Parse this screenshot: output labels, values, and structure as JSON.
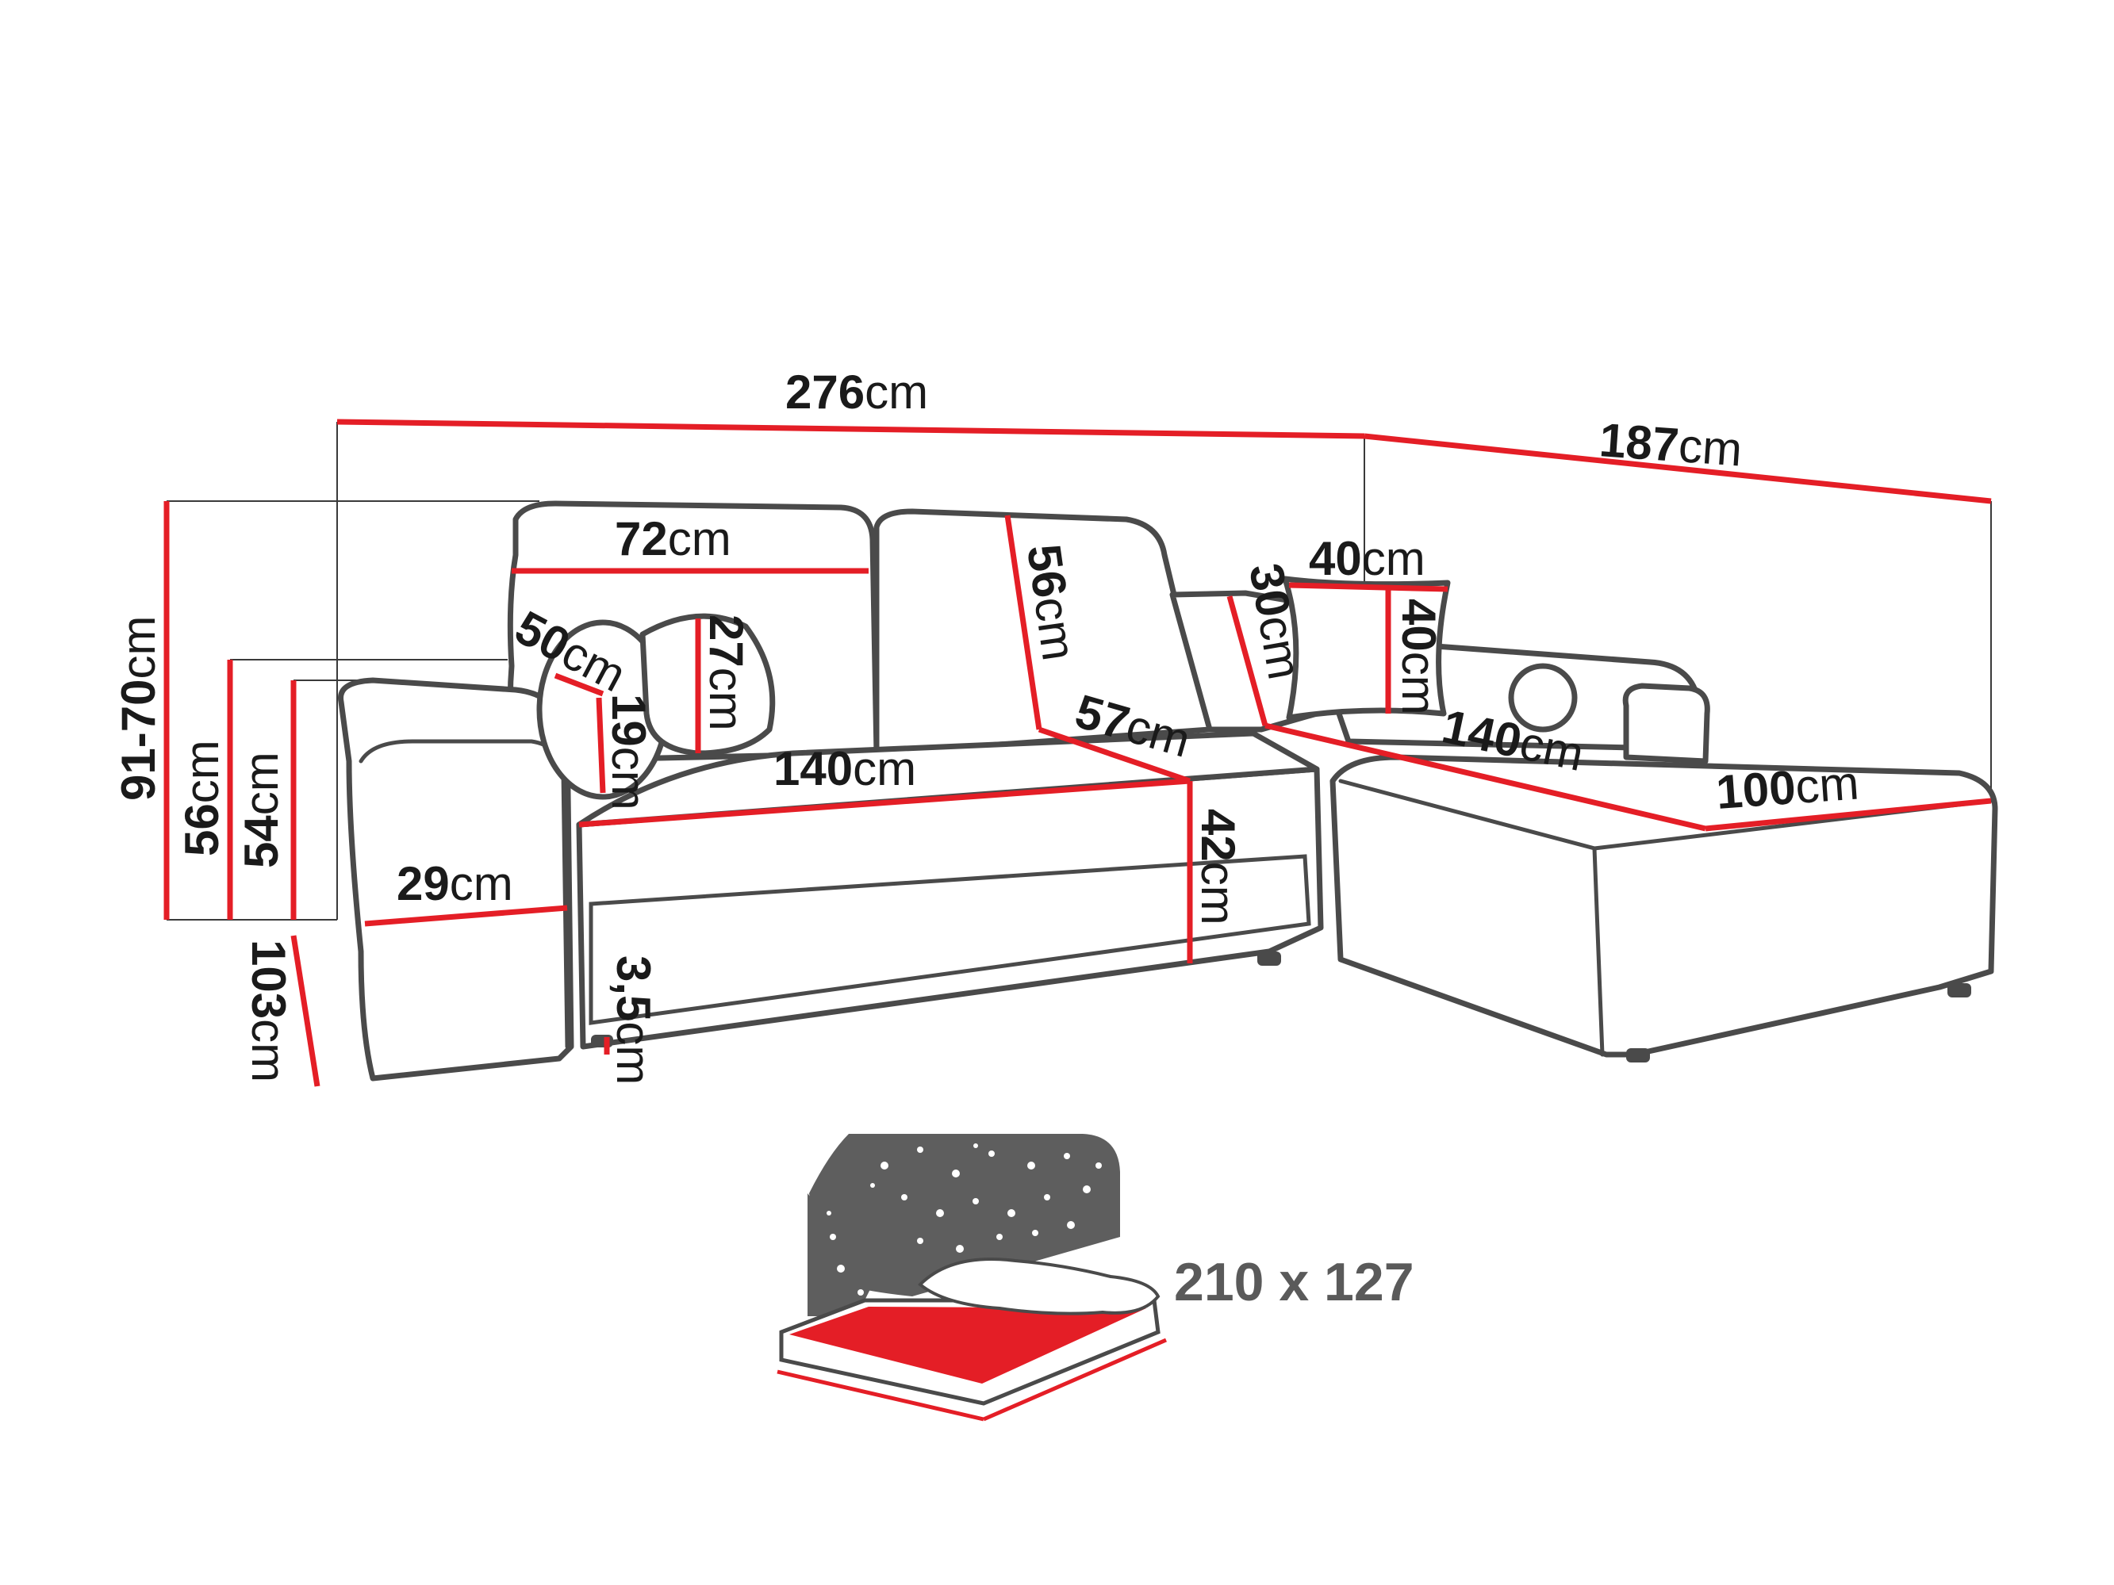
{
  "colors": {
    "measure_line": "#e41e26",
    "outline": "#4a4a4a",
    "text": "#1a1a1a",
    "bed_label": "#5a5a5a",
    "night_panel": "#5e5e5e",
    "mattress": "#e41e26"
  },
  "dimensions": {
    "total_width": {
      "value": "276",
      "unit": "cm"
    },
    "chaise_depth": {
      "value": "187",
      "unit": "cm"
    },
    "height_adjustable": {
      "value": "91-70",
      "unit": "cm"
    },
    "seat_height_back": {
      "value": "56",
      "unit": "cm"
    },
    "armrest_height": {
      "value": "54",
      "unit": "cm"
    },
    "depth": {
      "value": "103",
      "unit": "cm"
    },
    "headrest_width": {
      "value": "72",
      "unit": "cm"
    },
    "bolster_length": {
      "value": "50",
      "unit": "cm"
    },
    "bolster_diameter": {
      "value": "19",
      "unit": "cm"
    },
    "cushion_height": {
      "value": "27",
      "unit": "cm"
    },
    "backrest_height": {
      "value": "56",
      "unit": "cm"
    },
    "seat_depth": {
      "value": "57",
      "unit": "cm"
    },
    "seat_width": {
      "value": "140",
      "unit": "cm"
    },
    "armrest_width": {
      "value": "29",
      "unit": "cm"
    },
    "seat_front_height": {
      "value": "42",
      "unit": "cm"
    },
    "leg_height": {
      "value": "3,5",
      "unit": "cm"
    },
    "pillow_width": {
      "value": "40",
      "unit": "cm"
    },
    "pillow_height": {
      "value": "40",
      "unit": "cm"
    },
    "corner_back": {
      "value": "30",
      "unit": "cm"
    },
    "chaise_length": {
      "value": "140",
      "unit": "cm"
    },
    "chaise_width": {
      "value": "100",
      "unit": "cm"
    }
  },
  "sleeping_area": {
    "label": "210 x 127"
  }
}
